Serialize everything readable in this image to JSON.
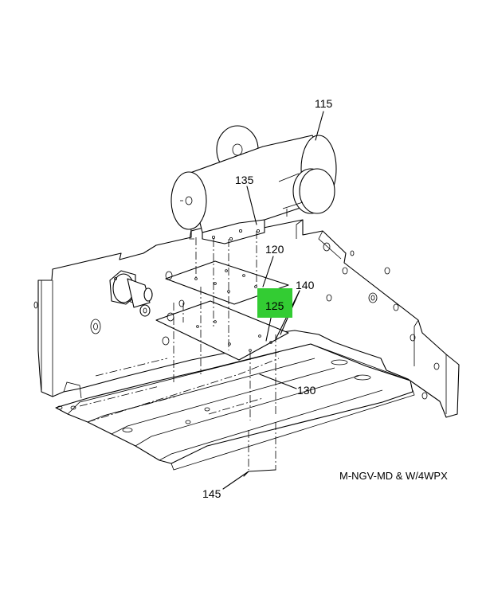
{
  "callouts": {
    "c115": "115",
    "c135": "135",
    "c120": "120",
    "c140": "140",
    "c125": "125",
    "c130": "130",
    "c145": "145"
  },
  "caption": "M-NGV-MD & W/4WPX",
  "colors": {
    "highlight": "#33cc33",
    "line": "#000000",
    "background": "#ffffff"
  }
}
